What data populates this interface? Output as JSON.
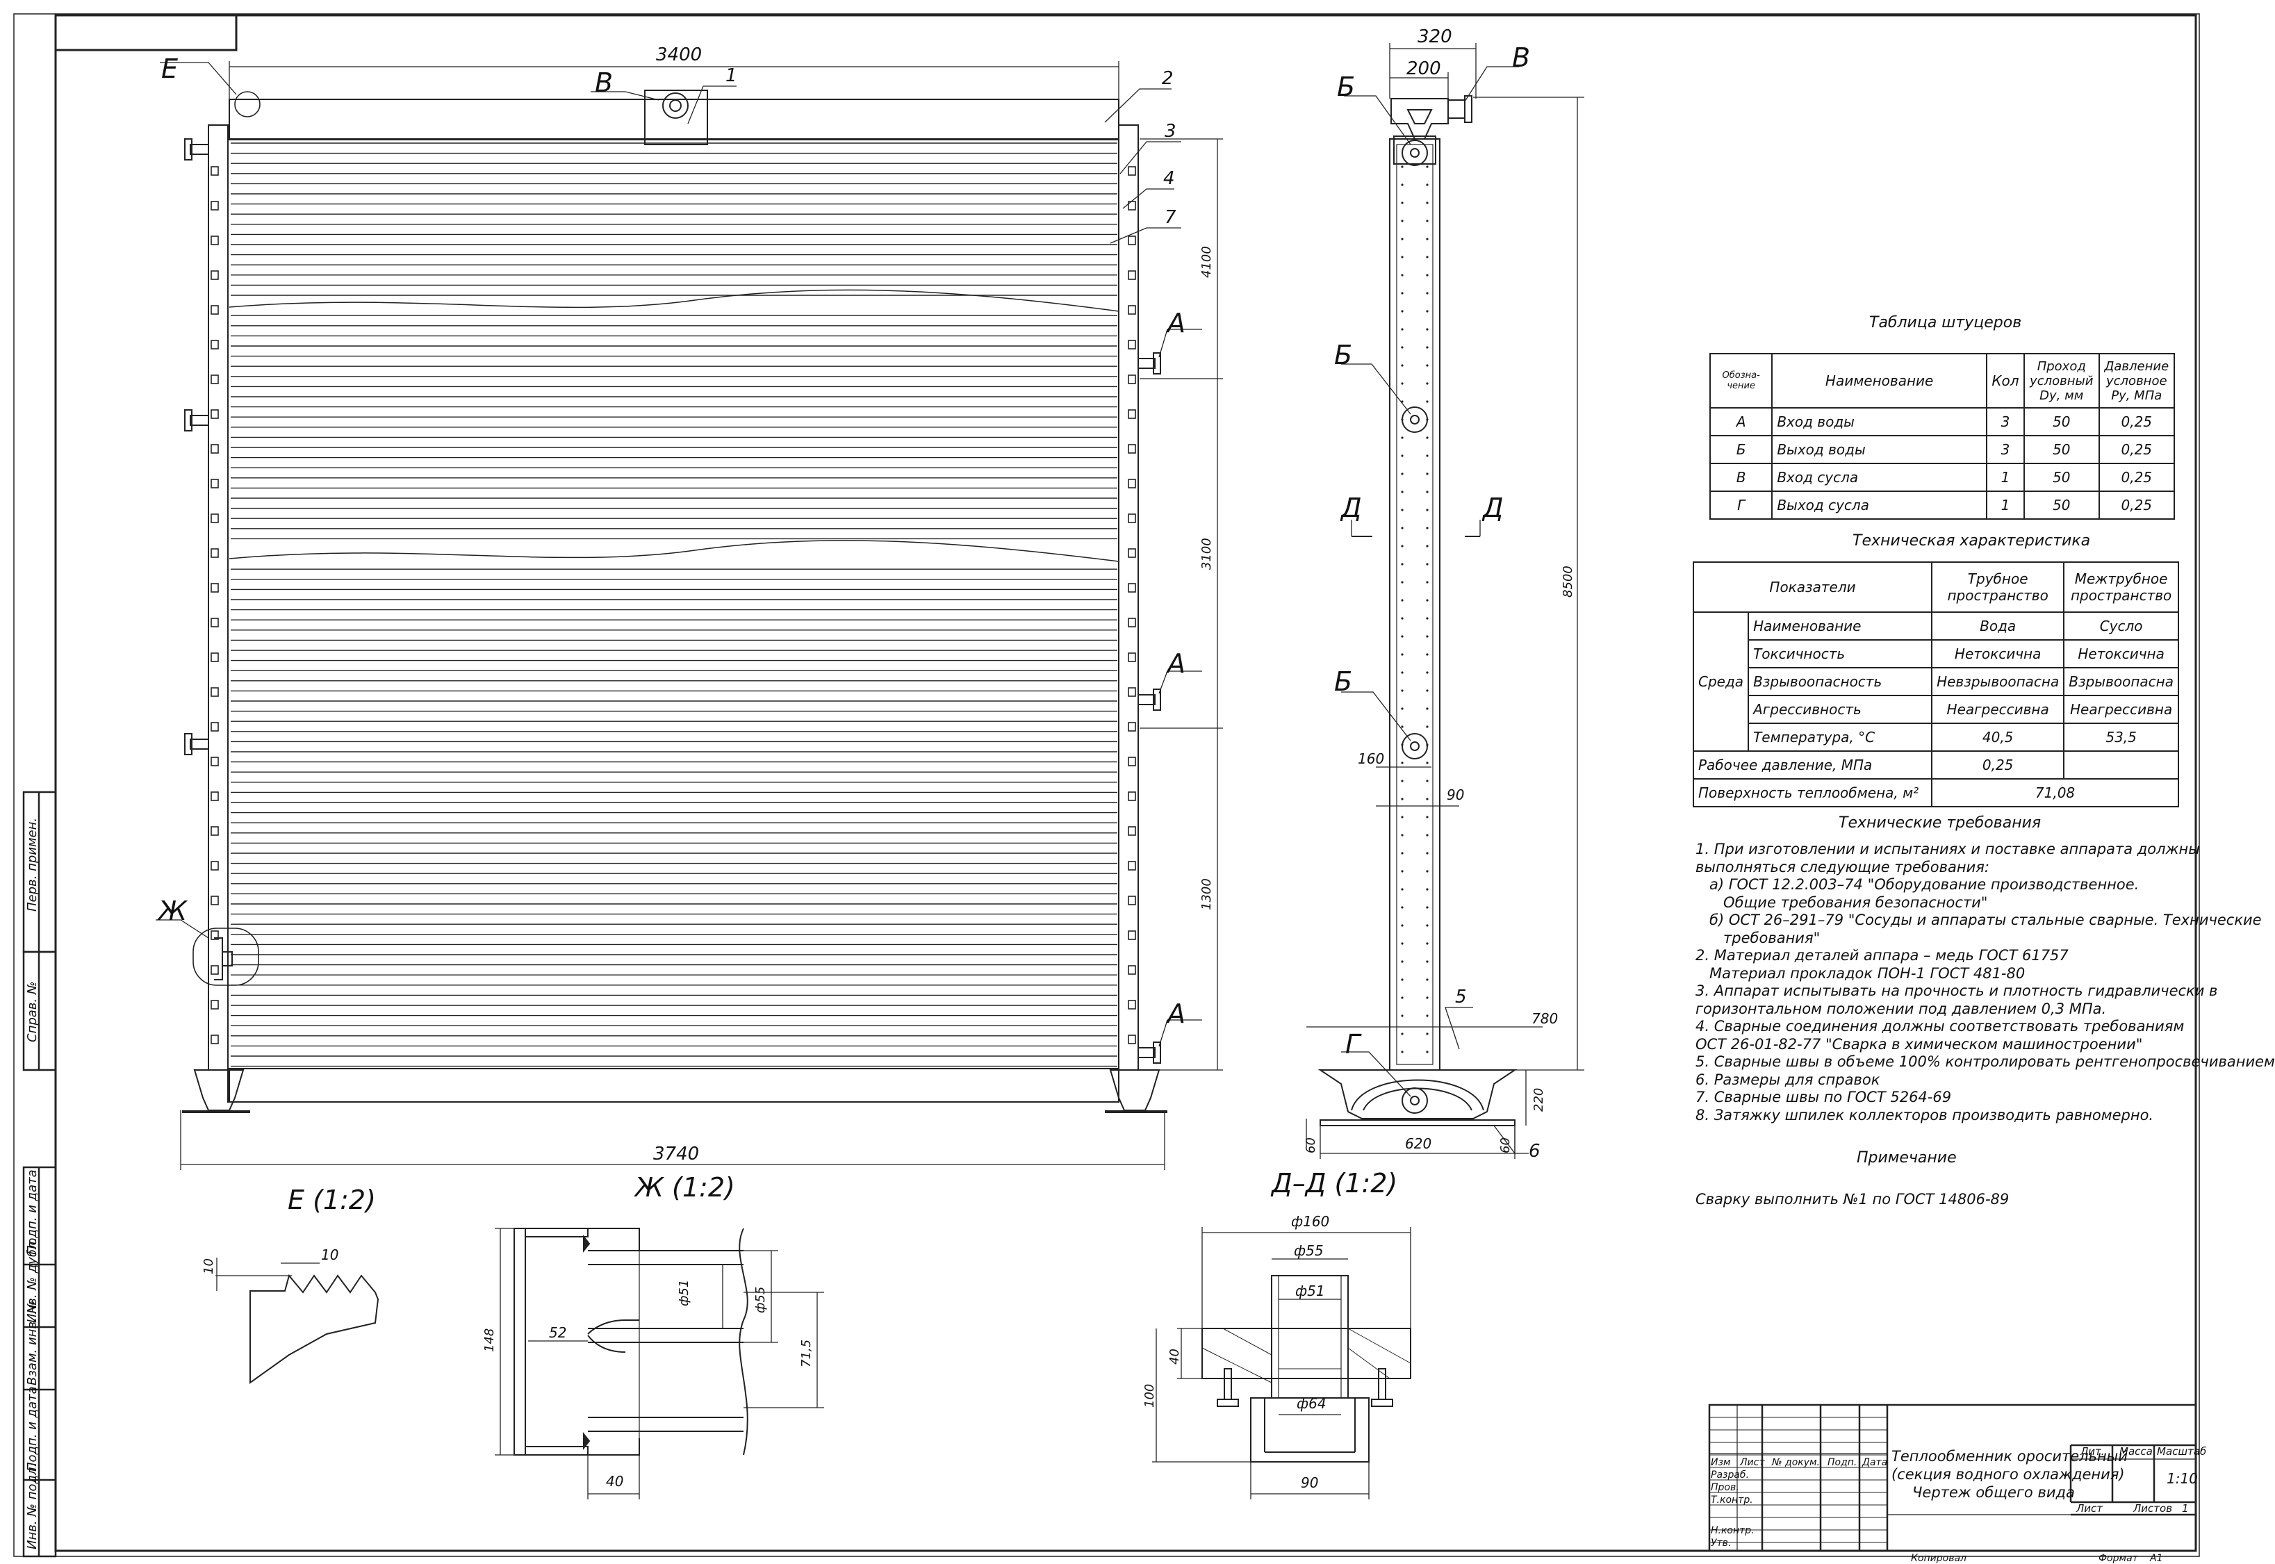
{
  "drawing": {
    "title_lines": [
      "Теплообменник оросительный",
      "(секция водного охлаждения)",
      "Чертеж общего вида"
    ],
    "scale": "1:10",
    "sheet_label": "Лист",
    "sheets_label": "Листов",
    "sheets_value": "1",
    "lit_label": "Лит.",
    "mass_label": "Масса",
    "scale_label": "Масштаб",
    "copied": "Копировал",
    "format_label": "Формат",
    "format_value": "А1",
    "row_labels": [
      "Изм",
      "Лист",
      "№ докум.",
      "Подп.",
      "Дата"
    ],
    "signer_roles": [
      "Разраб.",
      "Пров.",
      "Т.контр.",
      "Н.контр.",
      "Утв."
    ]
  },
  "margin_stamps": [
    "Перв. примен.",
    "Справ. №",
    "Подп. и дата",
    "Инв. № дубл.",
    "Взам. инв. №",
    "Подп. и дата",
    "Инв. № подл."
  ],
  "front_view": {
    "dims": {
      "total_width": "3740",
      "inner_width": "3400",
      "h1": "4100",
      "h2": "3100",
      "h3": "1300"
    },
    "callouts": [
      "1",
      "2",
      "3",
      "4",
      "7"
    ],
    "markers": {
      "E": "Е",
      "V": "В",
      "Zh": "Ж",
      "A": "А"
    }
  },
  "side_view": {
    "dims": {
      "w320": "320",
      "w200": "200",
      "h8500": "8500",
      "d160": "160",
      "d90": "90",
      "w620": "620",
      "h220": "220",
      "w780": "780",
      "h60a": "60",
      "h60b": "60"
    },
    "callouts": [
      "5",
      "6"
    ],
    "markers": {
      "B": "Б",
      "V": "В",
      "G": "Г",
      "D": "Д"
    }
  },
  "details": {
    "E": {
      "title": "Е (1:2)",
      "dims": [
        "10",
        "10"
      ]
    },
    "Zh": {
      "title": "Ж (1:2)",
      "dims": [
        "148",
        "52",
        "ф51",
        "ф55",
        "71,5",
        "40"
      ]
    },
    "DD": {
      "title": "Д–Д (1:2)",
      "dims": [
        "ф160",
        "ф55",
        "ф51",
        "ф64",
        "40",
        "100",
        "90"
      ]
    }
  },
  "nozzle_table": {
    "title": "Таблица штуцеров",
    "headers": [
      "Обозна-чение",
      "Наименование",
      "Кол",
      "Проход условный Dу, мм",
      "Давление условное Pу, МПа"
    ],
    "rows": [
      [
        "А",
        "Вход воды",
        "3",
        "50",
        "0,25"
      ],
      [
        "Б",
        "Выход воды",
        "3",
        "50",
        "0,25"
      ],
      [
        "В",
        "Вход сусла",
        "1",
        "50",
        "0,25"
      ],
      [
        "Г",
        "Выход сусла",
        "1",
        "50",
        "0,25"
      ]
    ]
  },
  "tech_table": {
    "title": "Техническая характеристика",
    "col_headers": [
      "Показатели",
      "Трубное пространство",
      "Межтрубное пространство"
    ],
    "group": "Среда",
    "rows": [
      [
        "Наименование",
        "Вода",
        "Сусло"
      ],
      [
        "Токсичность",
        "Нетоксична",
        "Нетоксична"
      ],
      [
        "Взрывоопасность",
        "Невзрывоопасна",
        "Взрывоопасна"
      ],
      [
        "Агрессивность",
        "Неагрессивна",
        "Неагрессивна"
      ],
      [
        "Температура, °С",
        "40,5",
        "53,5"
      ]
    ],
    "pressure": [
      "Рабочее давление, МПа",
      "0,25",
      ""
    ],
    "surface": [
      "Поверхность теплообмена, м²",
      "71,08"
    ]
  },
  "requirements": {
    "title": "Технические требования",
    "lines": [
      "1. При изготовлении и испытаниях и поставке аппарата должны",
      "выполняться следующие требования:",
      "   а) ГОСТ 12.2.003–74 \"Оборудование производственное.",
      "      Общие требования безопасности\"",
      "   б) ОСТ 26–291–79 \"Сосуды и аппараты стальные сварные. Технические",
      "      требования\"",
      "2. Материал деталей аппара – медь ГОСТ 61757",
      "   Материал прокладок ПОН-1 ГОСТ 481-80",
      "3. Аппарат испытывать на прочность и плотность гидравлически в",
      "горизонтальном положении под давлением 0,3 МПа.",
      "4. Сварные соединения должны соответствовать требованиям",
      "ОСТ 26-01-82-77 \"Сварка в химическом машиностроении\"",
      "5. Сварные швы в объеме 100% контролировать рентгенопросвечиванием",
      "6. Размеры для справок",
      "7. Сварные швы по ГОСТ 5264-69",
      "8. Затяжку шпилек коллекторов производить равномерно."
    ]
  },
  "note": {
    "title": "Примечание",
    "text": "Сварку выполнить №1 по ГОСТ 14806-89"
  }
}
